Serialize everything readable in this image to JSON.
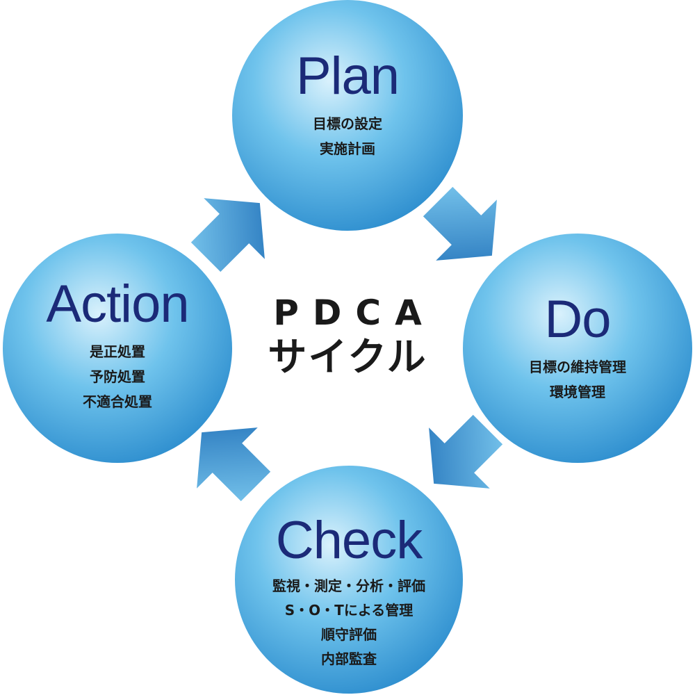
{
  "center": {
    "line1": "PDCA",
    "line2": "サイクル"
  },
  "stages": {
    "plan": {
      "title": "Plan",
      "lines": [
        "目標の設定",
        "実施計画"
      ]
    },
    "do": {
      "title": "Do",
      "lines": [
        "目標の維持管理",
        "環境管理"
      ]
    },
    "check": {
      "title": "Check",
      "lines": [
        "監視・測定・分析・評価",
        "S・O・Tによる管理",
        "順守評価",
        "内部監査"
      ]
    },
    "action": {
      "title": "Action",
      "lines": [
        "是正処置",
        "予防処置",
        "不適合処置"
      ]
    }
  },
  "colors": {
    "circle_light": "#d9f1fc",
    "circle_mid": "#6fc3ec",
    "circle_dark": "#2f8fcf",
    "arrow_light": "#7ecbf0",
    "arrow_dark": "#1f6fb8",
    "title_text": "#1b2a78",
    "body_text": "#1a1a1a"
  }
}
